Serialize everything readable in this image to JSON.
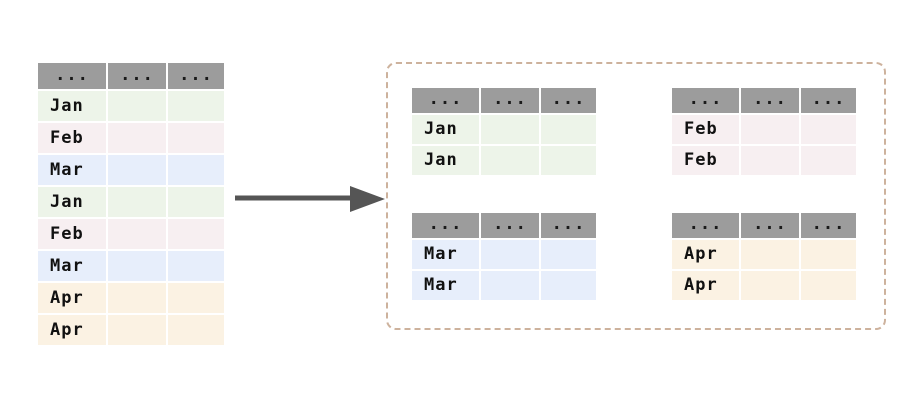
{
  "diagram": {
    "title": "groupby split diagram",
    "ellipsis_label": "...",
    "arrow_label": "split-arrow",
    "colors": {
      "header_gray": "#9c9c9c",
      "arrow_gray": "#555555",
      "container_border": "#cdb29d",
      "jan": "#edf4e9",
      "feb": "#f7eff1",
      "mar": "#e7eefb",
      "apr": "#fbf2e3",
      "background": "#ffffff",
      "text": "#111111"
    }
  },
  "source_table": {
    "name": "source-table",
    "columns": [
      "...",
      "...",
      "..."
    ],
    "rows": [
      {
        "label": "Jan",
        "group": "jan",
        "cells": [
          "Jan",
          "",
          ""
        ]
      },
      {
        "label": "Feb",
        "group": "feb",
        "cells": [
          "Feb",
          "",
          ""
        ]
      },
      {
        "label": "Mar",
        "group": "mar",
        "cells": [
          "Mar",
          "",
          ""
        ]
      },
      {
        "label": "Jan",
        "group": "jan",
        "cells": [
          "Jan",
          "",
          ""
        ]
      },
      {
        "label": "Feb",
        "group": "feb",
        "cells": [
          "Feb",
          "",
          ""
        ]
      },
      {
        "label": "Mar",
        "group": "mar",
        "cells": [
          "Mar",
          "",
          ""
        ]
      },
      {
        "label": "Apr",
        "group": "apr",
        "cells": [
          "Apr",
          "",
          ""
        ]
      },
      {
        "label": "Apr",
        "group": "apr",
        "cells": [
          "Apr",
          "",
          ""
        ]
      }
    ]
  },
  "result_tables": [
    {
      "name": "result-table-jan",
      "group": "jan",
      "columns": [
        "...",
        "...",
        "..."
      ],
      "rows": [
        {
          "label": "Jan",
          "cells": [
            "Jan",
            "",
            ""
          ]
        },
        {
          "label": "Jan",
          "cells": [
            "Jan",
            "",
            ""
          ]
        }
      ]
    },
    {
      "name": "result-table-feb",
      "group": "feb",
      "columns": [
        "...",
        "...",
        "..."
      ],
      "rows": [
        {
          "label": "Feb",
          "cells": [
            "Feb",
            "",
            ""
          ]
        },
        {
          "label": "Feb",
          "cells": [
            "Feb",
            "",
            ""
          ]
        }
      ]
    },
    {
      "name": "result-table-mar",
      "group": "mar",
      "columns": [
        "...",
        "...",
        "..."
      ],
      "rows": [
        {
          "label": "Mar",
          "cells": [
            "Mar",
            "",
            ""
          ]
        },
        {
          "label": "Mar",
          "cells": [
            "Mar",
            "",
            ""
          ]
        }
      ]
    },
    {
      "name": "result-table-apr",
      "group": "apr",
      "columns": [
        "...",
        "...",
        "..."
      ],
      "rows": [
        {
          "label": "Apr",
          "cells": [
            "Apr",
            "",
            ""
          ]
        },
        {
          "label": "Apr",
          "cells": [
            "Apr",
            "",
            ""
          ]
        }
      ]
    }
  ]
}
